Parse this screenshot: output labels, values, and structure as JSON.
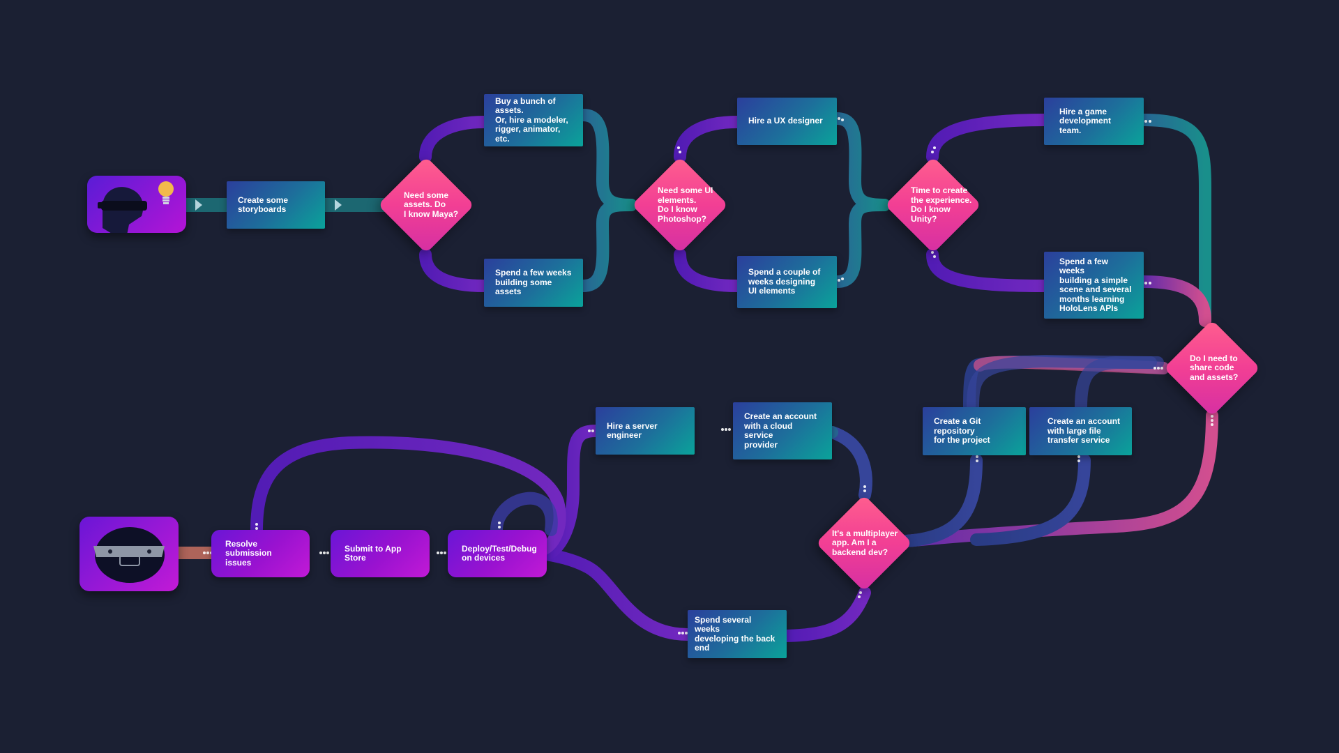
{
  "nodes": {
    "storyboards": "Create some\nstoryboards",
    "need_assets": "Need some\nassets. Do\nI know Maya?",
    "buy_assets": "Buy a bunch of assets.\nOr, hire a modeler,\nrigger, animator, etc.",
    "build_assets": "Spend a few weeks\nbuilding some assets",
    "need_ui": "Need some UI\nelements.\nDo I know\nPhotoshop?",
    "hire_ux": "Hire a UX designer",
    "design_ui": "Spend a couple of\nweeks designing\nUI elements",
    "time_create": "Time to create\nthe experience.\nDo I know Unity?",
    "hire_game_team": "Hire a game\ndevelopment team.",
    "learn_hololens": "Spend a few weeks\nbuilding a simple\nscene and several\nmonths learning\nHoloLens APIs",
    "share_code": "Do I need to\nshare code\nand assets?",
    "git_repo": "Create a Git repository\nfor the project",
    "large_file": "Create an account\nwith large file\ntransfer service",
    "multiplayer": "It's a multiplayer\napp. Am I a\nbackend dev?",
    "cloud_account": "Create an account\nwith a cloud service\nprovider",
    "hire_server": "Hire a server engineer",
    "backend_weeks": "Spend several weeks\ndeveloping the back end",
    "deploy": "Deploy/Test/Debug\non devices",
    "submit": "Submit to App Store",
    "resolve": "Resolve submission\nissues"
  },
  "icons": {
    "start": "vr-headset-person-with-lightbulb-icon",
    "end": "hololens-headset-icon"
  },
  "colors": {
    "background": "#1b2033",
    "box_teal": "#0aa39a",
    "box_blue": "#2b3f9c",
    "decision_pink": "#f23f94",
    "purple": "#9a12d0",
    "lightbulb": "#f2b94b"
  }
}
